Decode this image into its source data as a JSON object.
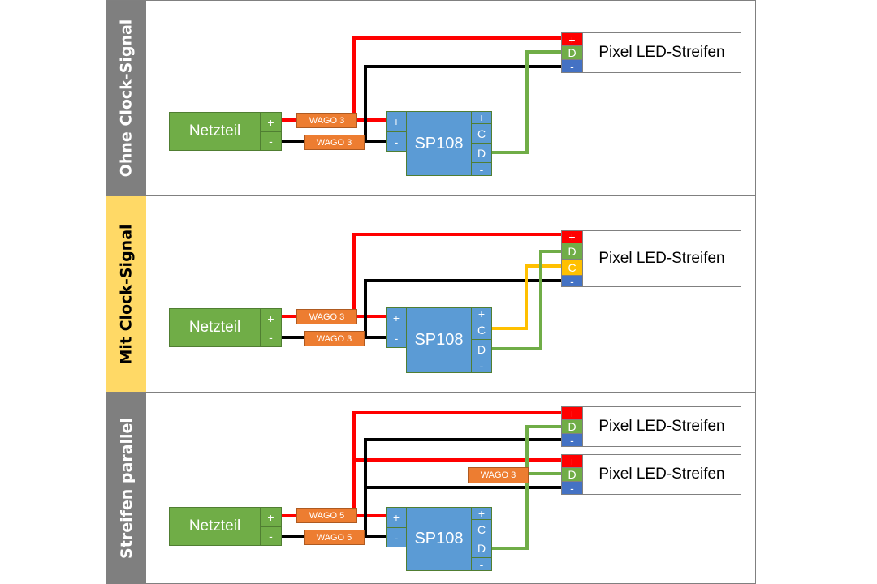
{
  "colors": {
    "wire_plus": "#ff0000",
    "wire_minus": "#000000",
    "wire_data": "#70ad47",
    "wire_clock": "#ffc000",
    "netzteil": "#70ad47",
    "controller": "#5b9bd5",
    "wago": "#ed7d31",
    "label_gray": "#7f7f7f",
    "label_highlight": "#ffd966"
  },
  "panels": [
    {
      "label": "Ohne Clock-Signal",
      "highlighted": false,
      "power_supply": {
        "label": "Netzteil",
        "plus": "+",
        "minus": "-"
      },
      "wago_plus": "WAGO 3",
      "wago_minus": "WAGO 3",
      "controller": {
        "label": "SP108",
        "in_plus": "+",
        "in_minus": "-",
        "out_plus": "+",
        "out_c": "C",
        "out_d": "D",
        "out_minus": "-"
      },
      "strips": [
        {
          "label": "Pixel LED-Streifen",
          "terminals": [
            "+",
            "D",
            "-"
          ]
        }
      ]
    },
    {
      "label": "Mit Clock-Signal",
      "highlighted": true,
      "power_supply": {
        "label": "Netzteil",
        "plus": "+",
        "minus": "-"
      },
      "wago_plus": "WAGO 3",
      "wago_minus": "WAGO 3",
      "controller": {
        "label": "SP108",
        "in_plus": "+",
        "in_minus": "-",
        "out_plus": "+",
        "out_c": "C",
        "out_d": "D",
        "out_minus": "-"
      },
      "strips": [
        {
          "label": "Pixel LED-Streifen",
          "terminals": [
            "+",
            "D",
            "C",
            "-"
          ]
        }
      ]
    },
    {
      "label": "Streifen parallel",
      "highlighted": false,
      "power_supply": {
        "label": "Netzteil",
        "plus": "+",
        "minus": "-"
      },
      "wago_plus": "WAGO 5",
      "wago_minus": "WAGO 5",
      "wago_data": "WAGO 3",
      "controller": {
        "label": "SP108",
        "in_plus": "+",
        "in_minus": "-",
        "out_plus": "+",
        "out_c": "C",
        "out_d": "D",
        "out_minus": "-"
      },
      "strips": [
        {
          "label": "Pixel LED-Streifen",
          "terminals": [
            "+",
            "D",
            "-"
          ]
        },
        {
          "label": "Pixel LED-Streifen",
          "terminals": [
            "+",
            "D",
            "-"
          ]
        }
      ]
    }
  ]
}
